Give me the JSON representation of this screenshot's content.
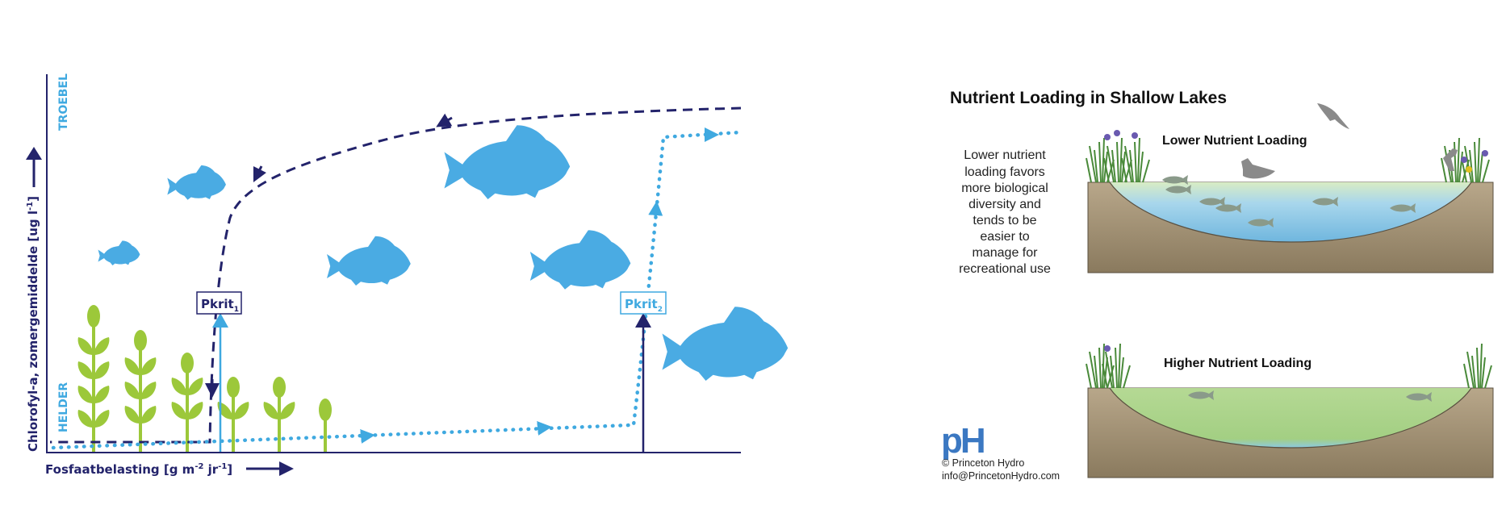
{
  "hysteresis": {
    "y_axis_label": "Chlorofyl-a, zomergemiddelde [ug l",
    "y_axis_sup": "-1",
    "y_axis_close": "]",
    "x_axis_label_part1": "Fosfaatbelasting [g m",
    "x_axis_sup1": "-2",
    "x_axis_label_part2": " jr",
    "x_axis_sup2": "-1",
    "x_axis_label_part3": "]",
    "state_top": "TROEBEL",
    "state_bottom": "HELDER",
    "pkrit1_main": "Pkrit",
    "pkrit1_sub": "1",
    "pkrit2_main": "Pkrit",
    "pkrit2_sub": "2",
    "colors": {
      "dark": "#23236b",
      "light": "#3fa9e0",
      "fish": "#4aabe3",
      "plant": "#9cc83a"
    }
  },
  "lakes": {
    "title": "Nutrient Loading in Shallow Lakes",
    "lower_label": "Lower Nutrient Loading",
    "higher_label": "Higher Nutrient Loading",
    "description_lines": [
      "Lower nutrient",
      "loading favors",
      "more biological",
      "diversity and",
      "tends to be",
      "easier to",
      "manage for",
      "recreational use"
    ],
    "logo_text": "pH",
    "copyright": "© Princeton Hydro",
    "email": "info@PrincetonHydro.com",
    "colors": {
      "logo": "#3b78c2",
      "soil": "#a8977a",
      "water_clear": "#8ec9e6",
      "water_green": "#a9d48a"
    }
  }
}
